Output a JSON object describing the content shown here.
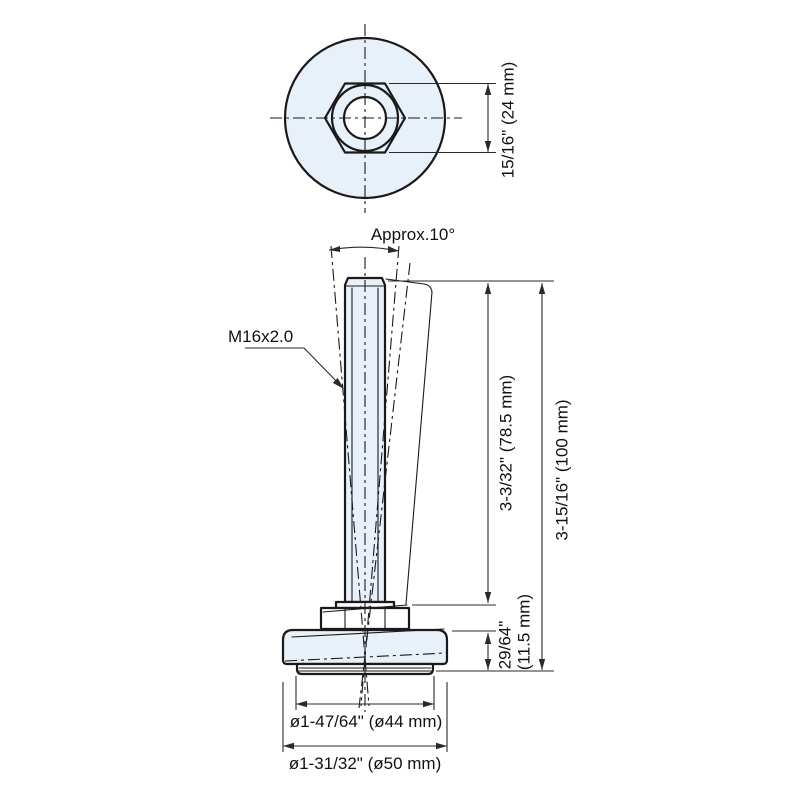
{
  "drawing": {
    "type": "technical-drawing",
    "subject": "adjustable leveling foot, top view and front view",
    "labels": {
      "swivel_angle": "Approx.10°",
      "thread_spec": "M16x2.0"
    },
    "dimensions": {
      "hex_width_across_flats": "15/16\" (24 mm)",
      "thread_length": "3-3/32\" (78.5 mm)",
      "overall_height": "3-15/16\" (100 mm)",
      "base_height_line1": "29/64\"",
      "base_height_line2": "(11.5 mm)",
      "pad_diameter": "ø1-47/64\" (ø44 mm)",
      "base_diameter": "ø1-31/32\" (ø50 mm)"
    }
  },
  "colors": {
    "fill": "#e8f1f9",
    "line": "#1a1a1a",
    "dim": "#2a2a2a"
  }
}
